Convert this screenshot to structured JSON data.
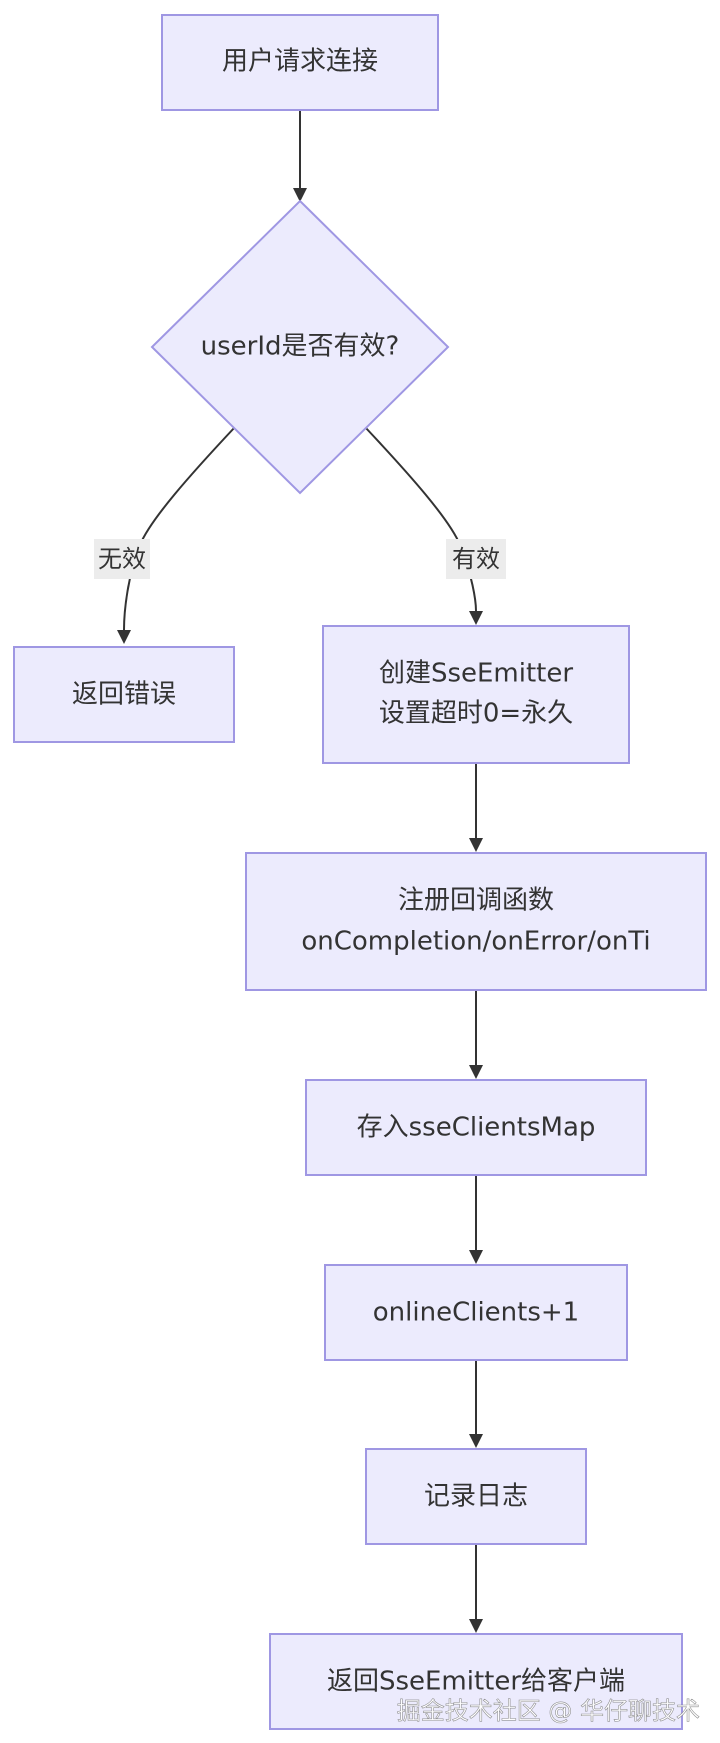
{
  "nodes": {
    "start": "用户请求连接",
    "decision": "userId是否有效?",
    "error": "返回错误",
    "create_line1": "创建SseEmitter",
    "create_line2": "设置超时0=永久",
    "register_line1": "注册回调函数",
    "register_line2": "onCompletion/onError/onTi",
    "store": "存入sseClientsMap",
    "online": "onlineClients+1",
    "log": "记录日志",
    "return": "返回SseEmitter给客户端"
  },
  "edges": {
    "invalid_label": "无效",
    "valid_label": "有效"
  },
  "watermark": "掘金技术社区 @ 华仔聊技术",
  "colors": {
    "node_fill": "#ecebfd",
    "node_stroke": "#9f97e3",
    "edge": "#333333",
    "label_bg": "#ececec"
  }
}
